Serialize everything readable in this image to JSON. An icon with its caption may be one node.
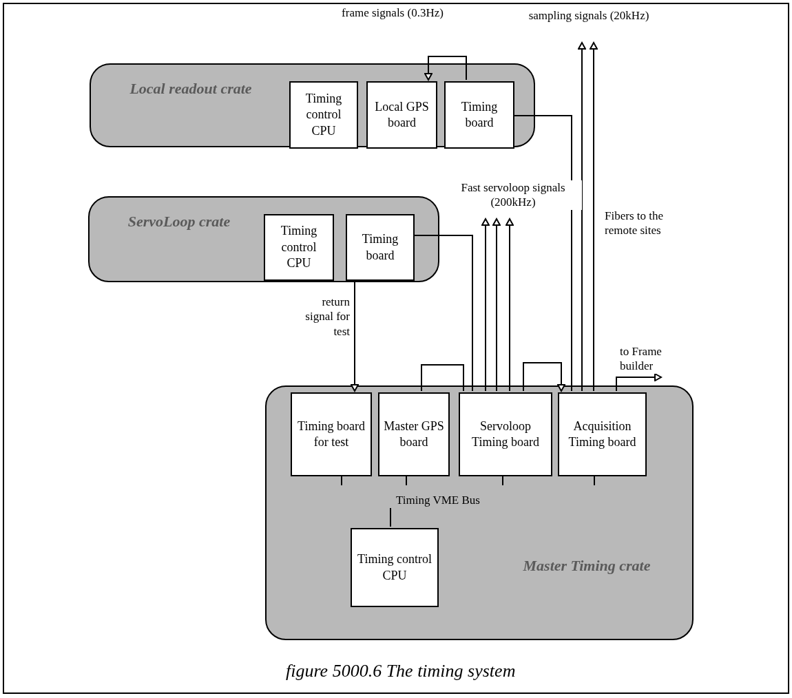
{
  "diagram": {
    "caption": "figure 5000.6 The timing system",
    "nodes": [
      {
        "text": [
          "Local readout crate"
        ]
      },
      {
        "text": [
          "Timing control CPU"
        ],
        "in": 0
      },
      {
        "text": [
          "Local GPS board"
        ],
        "in": 0
      },
      {
        "text": [
          "Timing board"
        ],
        "in": 0
      },
      {
        "text": [
          "ServoLoop crate"
        ]
      },
      {
        "text": [
          "Timing control CPU"
        ],
        "in": 4
      },
      {
        "text": [
          "Timing board"
        ],
        "in": 4
      },
      {
        "text": [
          "Master Timing crate"
        ]
      },
      {
        "text": [
          "Timing board for test"
        ],
        "in": 7
      },
      {
        "text": [
          "Master GPS board"
        ],
        "in": 7
      },
      {
        "text": [
          "Servoloop Timing board"
        ],
        "in": 7
      },
      {
        "text": [
          "Acquisition Timing board"
        ],
        "in": 7
      },
      {
        "text": [
          "Timing control CPU"
        ],
        "in": 7
      }
    ],
    "edges": [
      {
        "from": 3,
        "to": 2,
        "arrow": "to",
        "label": "frame signals (0.3Hz)"
      },
      {
        "from": 3,
        "to": 11,
        "arrow": "none"
      },
      {
        "from": 11,
        "to": null,
        "arrow": "to",
        "label": "sampling signals (20kHz)"
      },
      {
        "from": 11,
        "to": null,
        "arrow": "to"
      },
      {
        "from": 6,
        "to": 10,
        "arrow": "none"
      },
      {
        "from": 10,
        "to": null,
        "arrow": "to",
        "label": "Fast servoloop signals (200kHz)"
      },
      {
        "from": 10,
        "to": null,
        "arrow": "to"
      },
      {
        "from": 10,
        "to": null,
        "arrow": "to"
      },
      {
        "from": 6,
        "to": 8,
        "arrow": "to",
        "label": "return signal for test"
      },
      {
        "from": 9,
        "to": 10,
        "arrow": "none"
      },
      {
        "from": 10,
        "to": 11,
        "arrow": "to"
      },
      {
        "from": 11,
        "to": null,
        "arrow": "to",
        "label": "to Frame builder"
      }
    ],
    "labels": [
      "Fibers to the remote sites",
      "Timing VME Bus"
    ]
  }
}
